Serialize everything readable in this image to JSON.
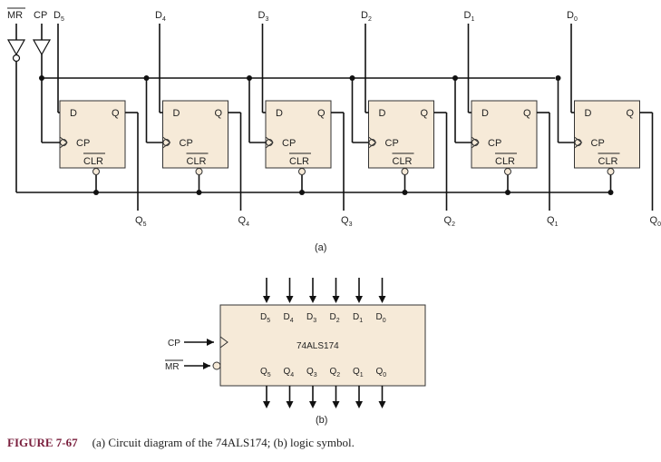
{
  "diagram": {
    "part_a_label": "(a)",
    "part_b_label": "(b)",
    "control_inputs": {
      "mr": "MR",
      "cp": "CP"
    },
    "data_inputs": [
      "D5",
      "D4",
      "D3",
      "D2",
      "D1",
      "D0"
    ],
    "outputs": [
      "Q5",
      "Q4",
      "Q3",
      "Q2",
      "Q1",
      "Q0"
    ],
    "flip_flop": {
      "d_label": "D",
      "q_label": "Q",
      "cp_label": "CP",
      "clr_label": "CLR"
    },
    "logic_symbol": {
      "chip_name": "74ALS174",
      "inputs_row": [
        "D5",
        "D4",
        "D3",
        "D2",
        "D1",
        "D0"
      ],
      "outputs_row": [
        "Q5",
        "Q4",
        "Q3",
        "Q2",
        "Q1",
        "Q0"
      ],
      "cp_pin": "CP",
      "mr_pin": "MR"
    }
  },
  "caption": {
    "figure_number": "FIGURE 7-67",
    "text": "(a) Circuit diagram of the 74ALS174; (b) logic symbol."
  },
  "colors": {
    "block_fill": "#f6ead8",
    "figure_label": "#7a1f3d"
  }
}
